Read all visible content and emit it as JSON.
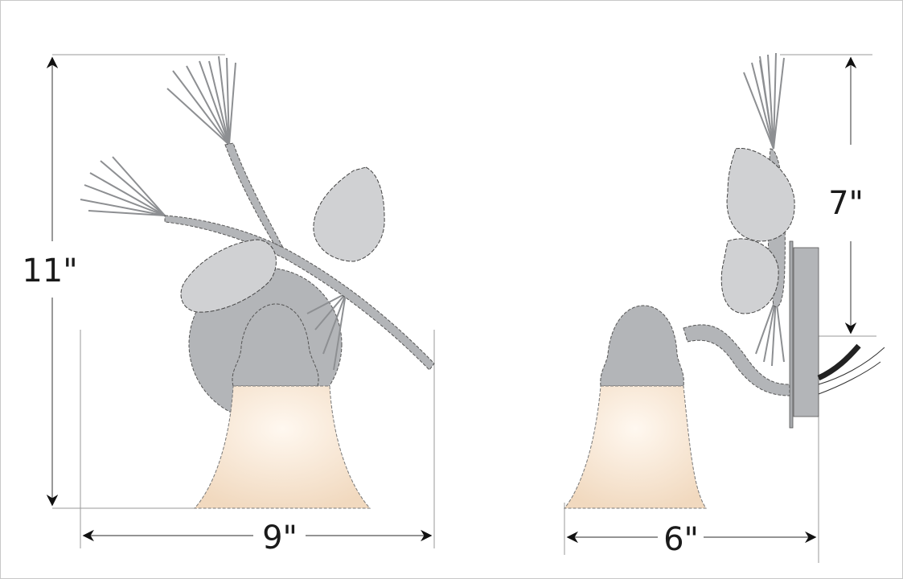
{
  "dimensions": {
    "front_height": "11\"",
    "front_width": "9\"",
    "side_depth": "6\"",
    "side_center_height": "7\""
  },
  "colors": {
    "metal": "#b3b5b8",
    "glass": "#f6e4d2",
    "dimension_line": "#555555"
  }
}
